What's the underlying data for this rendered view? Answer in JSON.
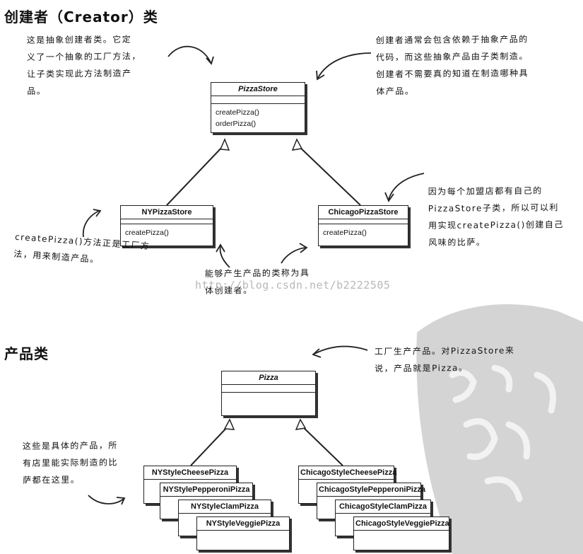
{
  "creator_section": {
    "title": "创建者（Creator）类",
    "note_top_left": [
      "这是抽象创建者类。它定",
      "义了一个抽象的工厂方法，",
      "让子类实现此方法制造产",
      "品。"
    ],
    "note_top_right": [
      "创建者通常会包含依赖于抽象产品的",
      "代码，而这些抽象产品由子类制造。",
      "创建者不需要真的知道在制造哪种具",
      "体产品。"
    ],
    "note_right": [
      "因为每个加盟店都有自己的",
      "PizzaStore子类，所以可以利",
      "用实现createPizza()创建自己",
      "风味的比萨。"
    ],
    "note_left": [
      "createPizza()方法正是工厂方",
      "法，用来制造产品。"
    ],
    "note_bottom": [
      "能够产生产品的类称为具",
      "体创建者。"
    ],
    "abstract_class": {
      "name": "PizzaStore",
      "methods": [
        "createPizza()",
        "orderPizza()"
      ]
    },
    "concrete_classes": [
      {
        "name": "NYPizzaStore",
        "methods": [
          "createPizza()"
        ]
      },
      {
        "name": "ChicagoPizzaStore",
        "methods": [
          "createPizza()"
        ]
      }
    ]
  },
  "watermark": "http://blog.csdn.net/b2222505",
  "product_section": {
    "title": "产品类",
    "note_right": [
      "工厂生产产品。对PizzaStore来",
      "说，产品就是Pizza。"
    ],
    "note_left": [
      "这些是具体的产品，所",
      "有店里能实际制造的比",
      "萨都在这里。"
    ],
    "abstract_class": {
      "name": "Pizza"
    },
    "ny_products": [
      "NYStyleCheesePizza",
      "NYStylePepperoniPizza",
      "NYStyleClamPizza",
      "NYStyleVeggiePizza"
    ],
    "chicago_products": [
      "ChicagoStyleCheesePizza",
      "ChicagoStylePepperoniPizza",
      "ChicagoStyleClamPizza",
      "ChicagoStyleVeggiePizza"
    ]
  },
  "decoration": {
    "stamp_color": "#d6d6d6"
  }
}
